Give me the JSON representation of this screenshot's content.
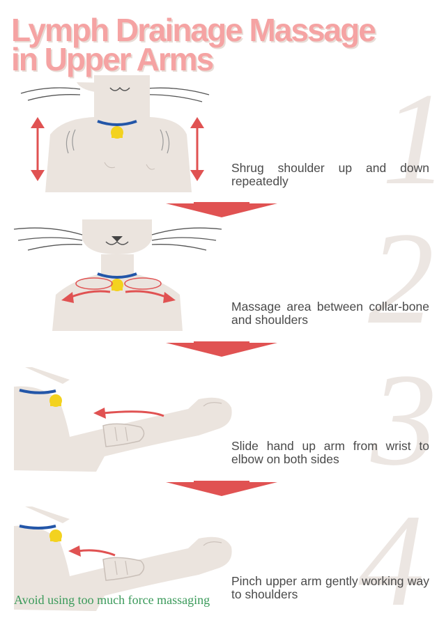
{
  "title": {
    "line1": "Lymph Drainage Massage",
    "line2": "in Upper Arms"
  },
  "colors": {
    "title": "#f5a3a3",
    "arrow": "#e05252",
    "cat": "#ebe4de",
    "collar": "#2356a8",
    "bell": "#f3d21f",
    "note": "#3a9a5a"
  },
  "steps": [
    {
      "number": "1",
      "text": "Shrug shoulder up and down repeatedly",
      "icon": "shrugging-cat-icon"
    },
    {
      "number": "2",
      "text": "Massage area between collar-bone and shoulders",
      "icon": "collarbone-massage-cat-icon"
    },
    {
      "number": "3",
      "text": "Slide hand up arm from wrist to elbow on both sides",
      "icon": "arm-slide-cat-icon"
    },
    {
      "number": "4",
      "text": "Pinch upper arm gently working way to shoulders",
      "icon": "arm-pinch-cat-icon"
    }
  ],
  "note": "Avoid using too much force massaging"
}
